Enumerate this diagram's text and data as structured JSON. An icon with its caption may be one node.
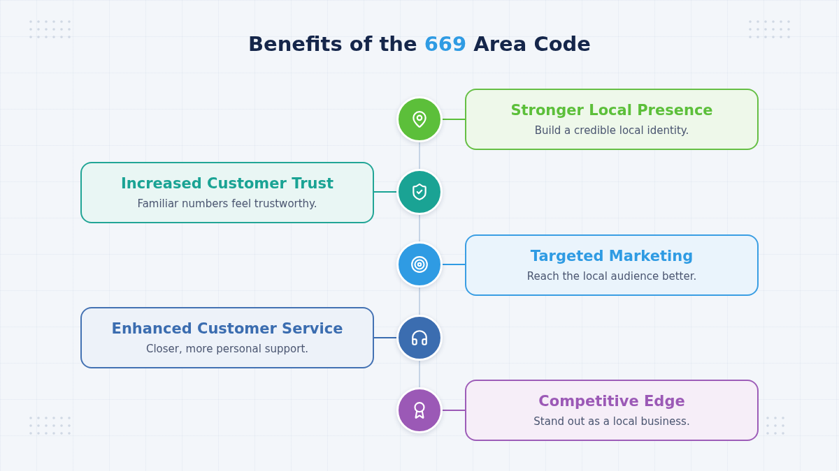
{
  "diagram": {
    "title": "Benefits of the **669** Area Code",
    "nodes": [
      {
        "text": [],
        "shape": "circle"
      },
      {
        "text": [
          "Stronger Local Presence",
          "Build a credible local identity."
        ]
      },
      {
        "text": [
          "Increased Customer Trust",
          "Familiar numbers feel trustworthy."
        ]
      },
      {
        "text": [],
        "shape": "circle"
      },
      {
        "text": [],
        "shape": "circle"
      },
      {
        "text": [
          "Targeted Marketing",
          "Reach the local audience better."
        ]
      },
      {
        "text": [
          "Enhanced Customer Service",
          "Closer, more personal support."
        ]
      },
      {
        "text": [],
        "shape": "circle"
      },
      {
        "text": [],
        "shape": "circle"
      },
      {
        "text": [
          "Competitive Edge",
          "Stand out as a local business."
        ]
      }
    ],
    "edges": [
      {
        "from": 0,
        "to": 1,
        "arrow": "none",
        "color": "#5cbf3a"
      },
      {
        "from": 3,
        "to": 2,
        "arrow": "none",
        "color": "#1aa394"
      },
      {
        "from": 4,
        "to": 5,
        "arrow": "none",
        "color": "#2f9be3"
      },
      {
        "from": 7,
        "to": 6,
        "arrow": "none",
        "color": "#3b6db0"
      },
      {
        "from": 8,
        "to": 9,
        "arrow": "none",
        "color": "#9b59b6"
      },
      {
        "from": 0,
        "to": 3,
        "arrow": "none"
      },
      {
        "from": 3,
        "to": 4,
        "arrow": "none"
      },
      {
        "from": 4,
        "to": 7,
        "arrow": "none"
      },
      {
        "from": 7,
        "to": 8,
        "arrow": "none"
      }
    ]
  }
}
